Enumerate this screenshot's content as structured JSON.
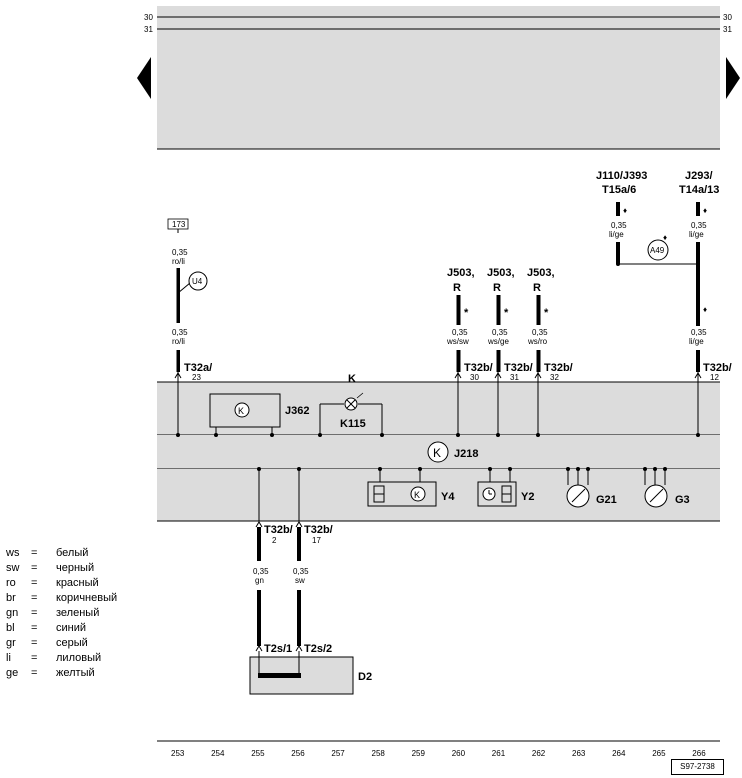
{
  "bus": {
    "line30": "30",
    "line31": "31"
  },
  "connector_173": "173",
  "u4": "U4",
  "a49": "A49",
  "wire_spec": {
    "ro_li": {
      "gauge": "0,35",
      "color": "ro/li"
    },
    "ws_sw": {
      "gauge": "0,35",
      "color": "ws/sw"
    },
    "ws_ge": {
      "gauge": "0,35",
      "color": "ws/ge"
    },
    "ws_ro": {
      "gauge": "0,35",
      "color": "ws/ro"
    },
    "li_ge": {
      "gauge": "0,35",
      "color": "li/ge"
    },
    "gn": {
      "gauge": "0,35",
      "color": "gn"
    },
    "sw": {
      "gauge": "0,35",
      "color": "sw"
    }
  },
  "heads": {
    "j503_a": "J503,",
    "r": "R",
    "star": "*",
    "j110": "J110/J393",
    "t15a": "T15a/6",
    "j293": "J293/",
    "t14a": "T14a/13",
    "diamond": "♦"
  },
  "connectors": {
    "t32a_23": [
      "T32a/",
      "23"
    ],
    "t32b_30": [
      "T32b/",
      "30"
    ],
    "t32b_31": [
      "T32b/",
      "31"
    ],
    "t32b_32": [
      "T32b/",
      "32"
    ],
    "t32b_12": [
      "T32b/",
      "12"
    ],
    "t32b_2": [
      "T32b/",
      "2"
    ],
    "t32b_17": [
      "T32b/",
      "17"
    ],
    "t2s_1": "T2s/1",
    "t2s_2": "T2s/2"
  },
  "components": {
    "k": "K",
    "j362": "J362",
    "k115": "K115",
    "j218": "J218",
    "y4": "Y4",
    "y2": "Y2",
    "g21": "G21",
    "g3": "G3",
    "d2": "D2"
  },
  "legend": [
    {
      "code": "ws",
      "eq": "=",
      "name": "белый"
    },
    {
      "code": "sw",
      "eq": "=",
      "name": "черный"
    },
    {
      "code": "ro",
      "eq": "=",
      "name": "красный"
    },
    {
      "code": "br",
      "eq": "=",
      "name": "коричневый"
    },
    {
      "code": "gn",
      "eq": "=",
      "name": "зеленый"
    },
    {
      "code": "bl",
      "eq": "=",
      "name": "синий"
    },
    {
      "code": "gr",
      "eq": "=",
      "name": "серый"
    },
    {
      "code": "li",
      "eq": "=",
      "name": "лиловый"
    },
    {
      "code": "ge",
      "eq": "=",
      "name": "желтый"
    }
  ],
  "columns": [
    "253",
    "254",
    "255",
    "256",
    "257",
    "258",
    "259",
    "260",
    "261",
    "262",
    "263",
    "264",
    "265",
    "266"
  ],
  "figure_ref": "S97-2738"
}
